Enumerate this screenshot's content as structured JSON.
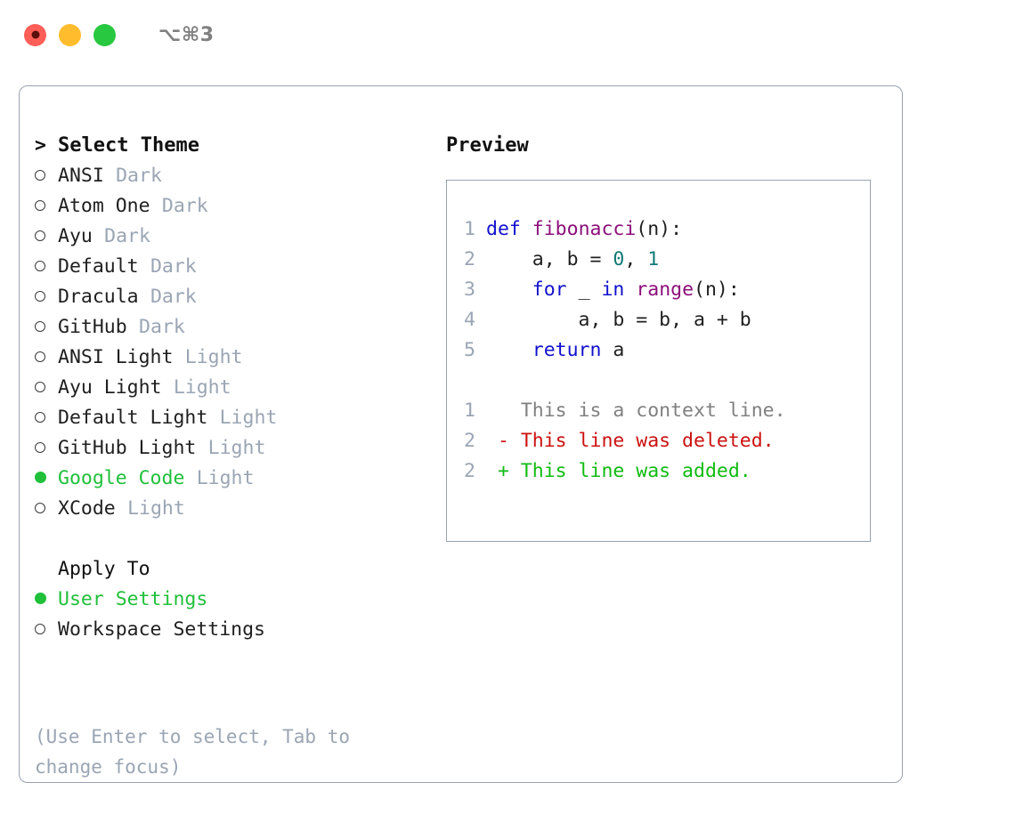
{
  "window": {
    "traffic_lights": [
      {
        "name": "close-button",
        "color": "#ff5f57"
      },
      {
        "name": "minimize-button",
        "color": "#ffbd2e"
      },
      {
        "name": "maximize-button",
        "color": "#28c840"
      }
    ],
    "shortcut_label": "⌥⌘3"
  },
  "theme_picker": {
    "prompt_marker": ">",
    "title": "Select Theme",
    "selected_marker": "●",
    "unselected_marker": "○",
    "selected_color": "#20c03a",
    "kind_color": "#9aa5b4",
    "items": [
      {
        "name": "ANSI",
        "kind": "Dark",
        "selected": false
      },
      {
        "name": "Atom One",
        "kind": "Dark",
        "selected": false
      },
      {
        "name": "Ayu",
        "kind": "Dark",
        "selected": false
      },
      {
        "name": "Default",
        "kind": "Dark",
        "selected": false
      },
      {
        "name": "Dracula",
        "kind": "Dark",
        "selected": false
      },
      {
        "name": "GitHub",
        "kind": "Dark",
        "selected": false
      },
      {
        "name": "ANSI Light",
        "kind": "Light",
        "selected": false
      },
      {
        "name": "Ayu Light",
        "kind": "Light",
        "selected": false
      },
      {
        "name": "Default Light",
        "kind": "Light",
        "selected": false
      },
      {
        "name": "GitHub Light",
        "kind": "Light",
        "selected": false
      },
      {
        "name": "Google Code",
        "kind": "Light",
        "selected": true
      },
      {
        "name": "XCode",
        "kind": "Light",
        "selected": false
      }
    ]
  },
  "apply_to": {
    "label": "Apply To",
    "options": [
      {
        "name": "User Settings",
        "selected": true
      },
      {
        "name": "Workspace Settings",
        "selected": false
      }
    ]
  },
  "hint": "(Use Enter to select, Tab to change focus)",
  "preview": {
    "title": "Preview",
    "code_lines": [
      {
        "no": "1",
        "tokens": [
          {
            "t": "def",
            "c": "kw"
          },
          {
            "t": " ",
            "c": "plain"
          },
          {
            "t": "fibonacci",
            "c": "fn"
          },
          {
            "t": "(n):",
            "c": "plain"
          }
        ]
      },
      {
        "no": "2",
        "tokens": [
          {
            "t": "    a, b = ",
            "c": "plain"
          },
          {
            "t": "0",
            "c": "num"
          },
          {
            "t": ", ",
            "c": "plain"
          },
          {
            "t": "1",
            "c": "num"
          }
        ]
      },
      {
        "no": "3",
        "tokens": [
          {
            "t": "    ",
            "c": "plain"
          },
          {
            "t": "for",
            "c": "kw"
          },
          {
            "t": " _ ",
            "c": "plain"
          },
          {
            "t": "in",
            "c": "kw"
          },
          {
            "t": " ",
            "c": "plain"
          },
          {
            "t": "range",
            "c": "fn"
          },
          {
            "t": "(n):",
            "c": "plain"
          }
        ]
      },
      {
        "no": "4",
        "tokens": [
          {
            "t": "        a, b = b, a + b",
            "c": "plain"
          }
        ]
      },
      {
        "no": "5",
        "tokens": [
          {
            "t": "    ",
            "c": "plain"
          },
          {
            "t": "return",
            "c": "kw"
          },
          {
            "t": " a",
            "c": "plain"
          }
        ]
      }
    ],
    "diff_lines": [
      {
        "no": "1",
        "tokens": [
          {
            "t": "   This is a context line.",
            "c": "ctx"
          }
        ]
      },
      {
        "no": "2",
        "tokens": [
          {
            "t": " - This line was deleted.",
            "c": "del"
          }
        ]
      },
      {
        "no": "2",
        "tokens": [
          {
            "t": " + This line was added.",
            "c": "add"
          }
        ]
      }
    ]
  }
}
